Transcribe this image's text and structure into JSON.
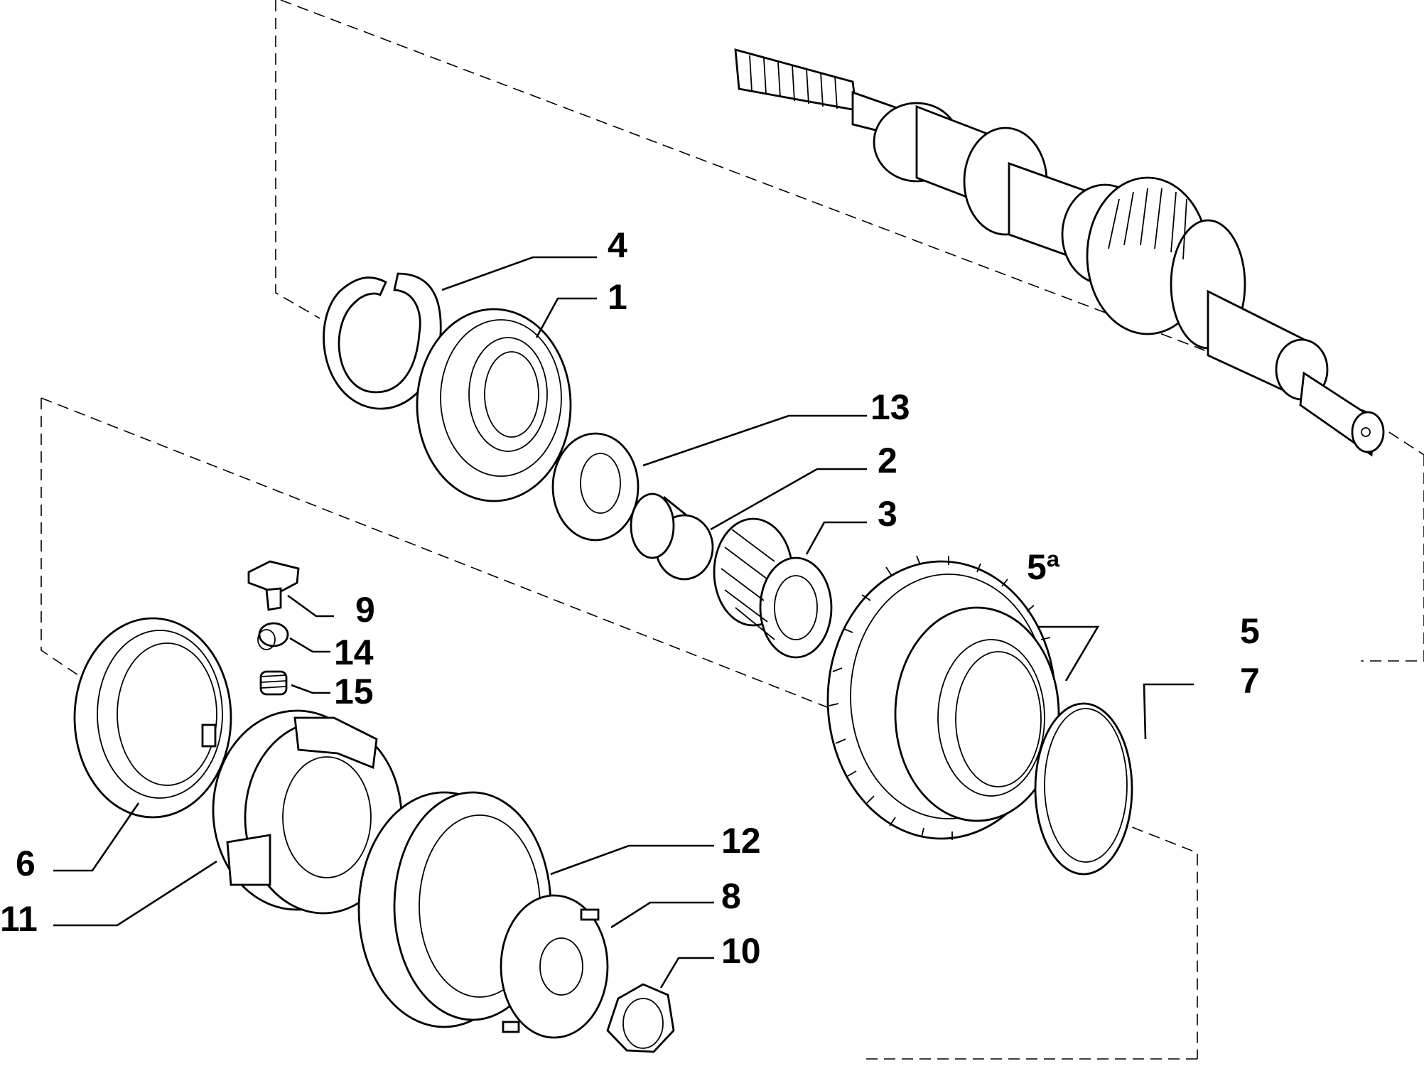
{
  "diagram": {
    "type": "exploded-parts-diagram",
    "line_color": "#000000",
    "background": "#ffffff",
    "callouts": {
      "c1": "1",
      "c2": "2",
      "c3": "3",
      "c4": "4",
      "c5": "5",
      "c5a": "5ª",
      "c6": "6",
      "c7": "7",
      "c8": "8",
      "c9": "9",
      "c10": "10",
      "c11": "11",
      "c12": "12",
      "c13": "13",
      "c14": "14",
      "c15": "15"
    },
    "parts": [
      {
        "ref": "1",
        "icon": "ball-bearing-icon"
      },
      {
        "ref": "2",
        "icon": "bushing-icon"
      },
      {
        "ref": "3",
        "icon": "needle-roller-cage-icon"
      },
      {
        "ref": "4",
        "icon": "snap-ring-icon"
      },
      {
        "ref": "5",
        "icon": "gear-icon"
      },
      {
        "ref": "6",
        "icon": "synchronizer-ring-icon"
      },
      {
        "ref": "7",
        "icon": "thrust-washer-icon"
      },
      {
        "ref": "8",
        "icon": "tab-washer-icon"
      },
      {
        "ref": "9",
        "icon": "synchro-key-icon"
      },
      {
        "ref": "10",
        "icon": "nut-icon"
      },
      {
        "ref": "11",
        "icon": "synchronizer-hub-icon"
      },
      {
        "ref": "12",
        "icon": "sliding-sleeve-icon"
      },
      {
        "ref": "13",
        "icon": "spacer-ring-icon"
      },
      {
        "ref": "14",
        "icon": "detent-ball-icon"
      },
      {
        "ref": "15",
        "icon": "spring-icon"
      }
    ]
  }
}
